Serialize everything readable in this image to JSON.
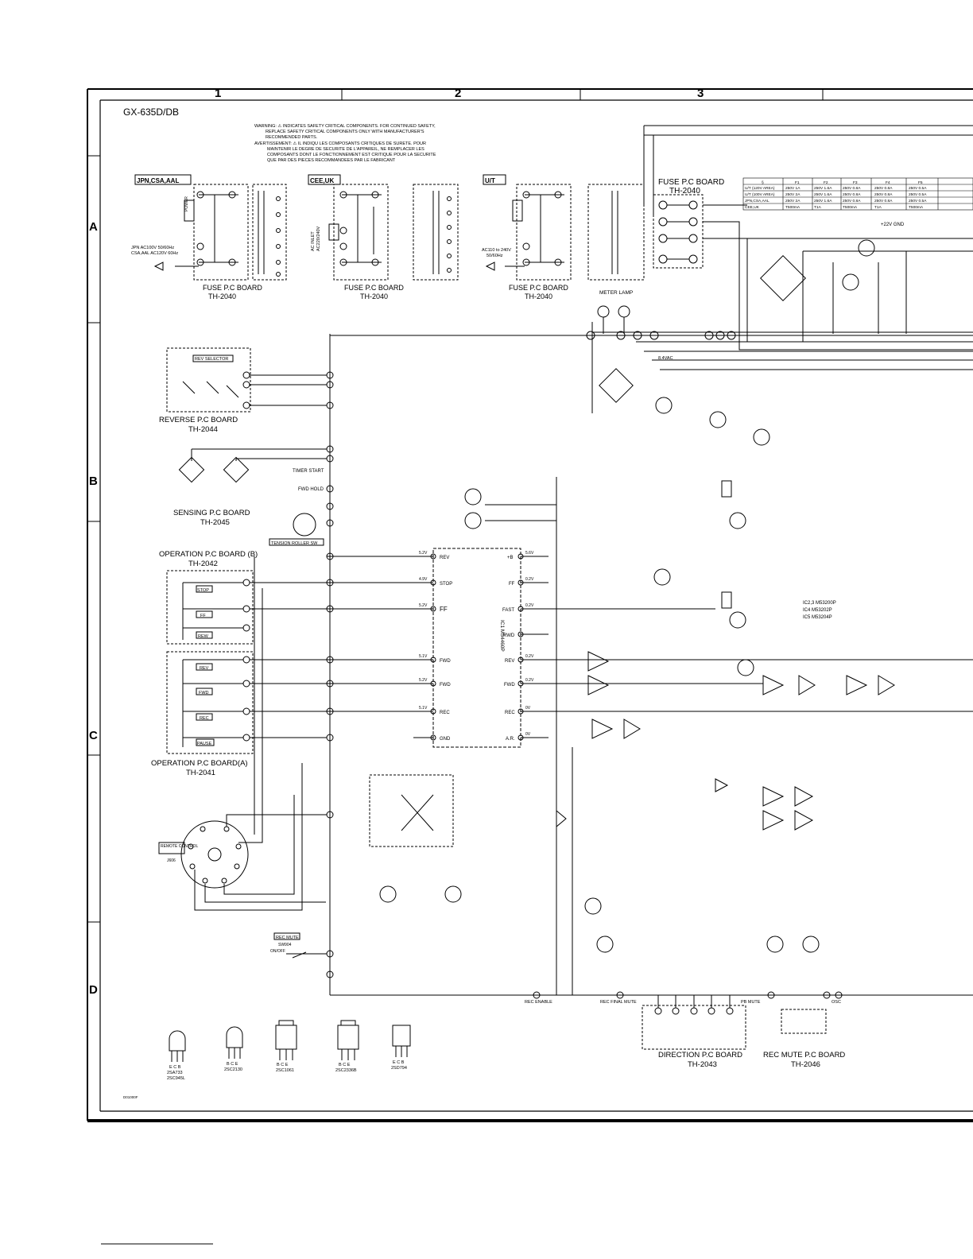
{
  "model": "GX-635D/DB",
  "grid": {
    "cols": [
      "1",
      "2",
      "3"
    ],
    "rows": [
      "A",
      "B",
      "C",
      "D"
    ]
  },
  "warning": [
    "WARNING: ⚠ INDICATES SAFETY CRITICAL COMPONENTS. FOR CONTINUED SAFETY,",
    "REPLACE SAFETY CRITICAL COMPONENTS ONLY WITH MANUFACTURER'S",
    "RECOMMENDED PARTS.",
    "AVERTISSEMENT: ⚠ IL INDIQU LES COMPOSANTS CRITIQUES DE SURETE. POUR",
    "MAINTENIR LE DEGRE DE SECURITE DE L'APPAREIL, NE REMPLACER LES",
    "COMPOSANTS DONT LE FONCTIONNEMENT EST CRITIQUE POUR LA SECURITE",
    "QUE PAR DES PIECES RECOMMANDEES PAR LE FABRICANT"
  ],
  "regions": {
    "r1": "JPN,CSA,AAL",
    "r2": "CEE,UK",
    "r3": "U/T"
  },
  "fuse_label": "FUSE P.C BOARD",
  "fuse_code": "TH-2040",
  "power_label": "POWER",
  "jpn_input": [
    "JPN AC100V 50/60Hz",
    "CSA,AAL AC120V 60Hz"
  ],
  "ut_input": [
    "AC110 to 240V",
    "50/60Hz"
  ],
  "cee_input": [
    "AC INLET",
    "AC220/240V"
  ],
  "fuse_table": {
    "header": [
      "§",
      "F1",
      "F2",
      "F3",
      "F4",
      "F5"
    ],
    "rows": [
      [
        "U/T (120V AREA)",
        "250V 1A",
        "250V 1.6A",
        "250V 0.8A",
        "250V 0.8A",
        "250V 0.5A"
      ],
      [
        "U/T (100V AREA)",
        "250V 2A",
        "250V 1.6A",
        "250V 0.8A",
        "250V 0.8A",
        "250V 0.5A"
      ],
      [
        "JPN,CSA,AAL",
        "250V 2A",
        "250V 1.6A",
        "250V 0.8A",
        "250V 0.8A",
        "250V 0.5A"
      ],
      [
        "CEE,UK",
        "T500mA",
        "T1A",
        "T500mA",
        "T1A",
        "T500mA"
      ]
    ]
  },
  "meter_lamp": "METER LAMP",
  "gnd_label": "+22V GND",
  "vac_label": "8.4VAC",
  "boards": {
    "reverse": {
      "name": "REVERSE P.C BOARD",
      "code": "TH-2044",
      "switch": "REV SELECTOR"
    },
    "sensing": {
      "name": "SENSING P.C BOARD",
      "code": "TH-2045"
    },
    "op_b": {
      "name": "OPERATION P.C BOARD (B)",
      "code": "TH-2042"
    },
    "op_a": {
      "name": "OPERATION P.C BOARD(A)",
      "code": "TH-2041"
    },
    "direction": {
      "name": "DIRECTION P.C BOARD",
      "code": "TH-2043"
    },
    "recmute": {
      "name": "REC MUTE P.C BOARD",
      "code": "TH-2046"
    }
  },
  "keys_b": [
    "STOP",
    "FF",
    "REW"
  ],
  "keys_a": [
    "REV",
    "FWD",
    "REC",
    "PAUSE"
  ],
  "timer_start": "TIMER START",
  "fwd_hold": "FWD HOLD",
  "tension": "TENSION ROLLER SW",
  "remote": {
    "label": "REMOTE CONTROL",
    "jack": "J606"
  },
  "rec_mute_sw": {
    "label": "REC MUTE",
    "sw": "SW904",
    "pos": "ON/OFF"
  },
  "ic1": {
    "name": "IC1 M54460P",
    "left_pins": [
      "REV",
      "STOP",
      "FF",
      "",
      "FWD",
      "FWD",
      "REC",
      "GND"
    ],
    "right_pins": [
      "+B",
      "FF",
      "FAST",
      "RWD",
      "REV",
      "FWD",
      "REC",
      "A.R."
    ],
    "left_volts": [
      "5.2V",
      "4.9V",
      "5.2V",
      "",
      "5.1V",
      "5.2V",
      "5.1V",
      ""
    ],
    "right_volts": [
      "5.6V",
      "0.2V",
      "0.2V",
      "",
      "0.2V",
      "0.2V",
      "0V",
      "0V"
    ]
  },
  "ic_list": [
    "IC2,3  M53200P",
    "IC4    M53202P",
    "IC5    M53204P"
  ],
  "bottom_labels": [
    "REC ENABLE",
    "REC FINAL MUTE",
    "PB MUTE",
    "OSC"
  ],
  "transistors": [
    {
      "type": "E C B",
      "name": "2SA733",
      "name2": "2SC945L"
    },
    {
      "type": "B C E",
      "name": "2SC2130"
    },
    {
      "type": "B C E",
      "name": "2SC1061"
    },
    {
      "type": "B C E",
      "name": "2SC2336B"
    },
    {
      "type": "E C B",
      "name": "2SD794"
    }
  ],
  "doc_code": "D01000F"
}
